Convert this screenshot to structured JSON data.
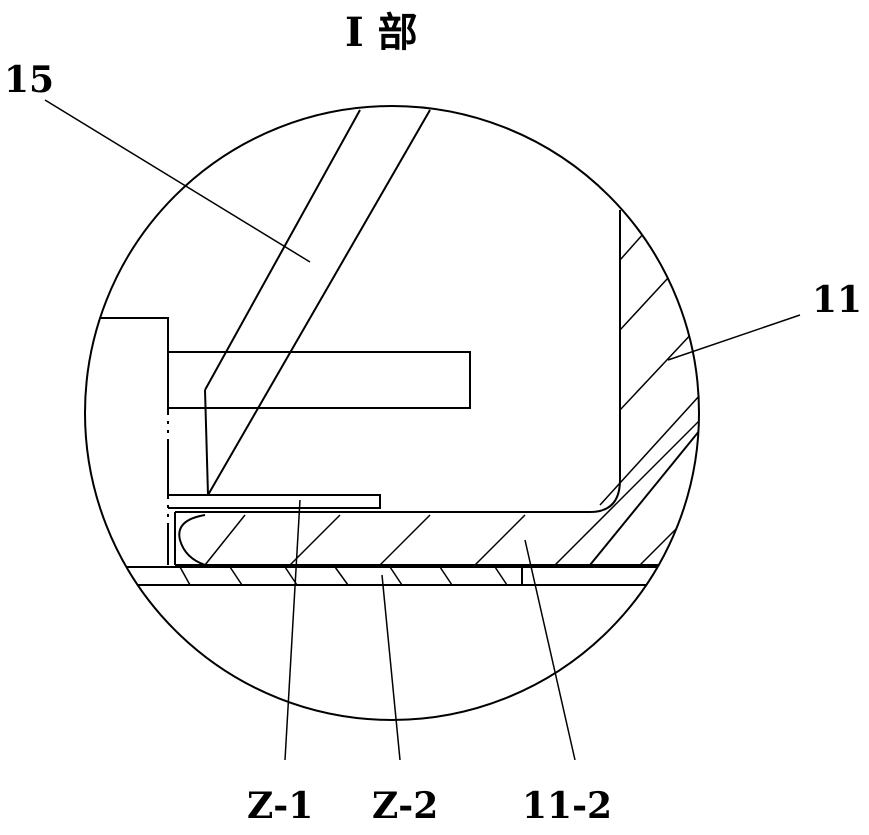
{
  "title": "I 部",
  "labels": {
    "part_15": "15",
    "part_11": "11",
    "part_z1": "Z-1",
    "part_z2": "Z-2",
    "part_11_2": "11-2"
  }
}
